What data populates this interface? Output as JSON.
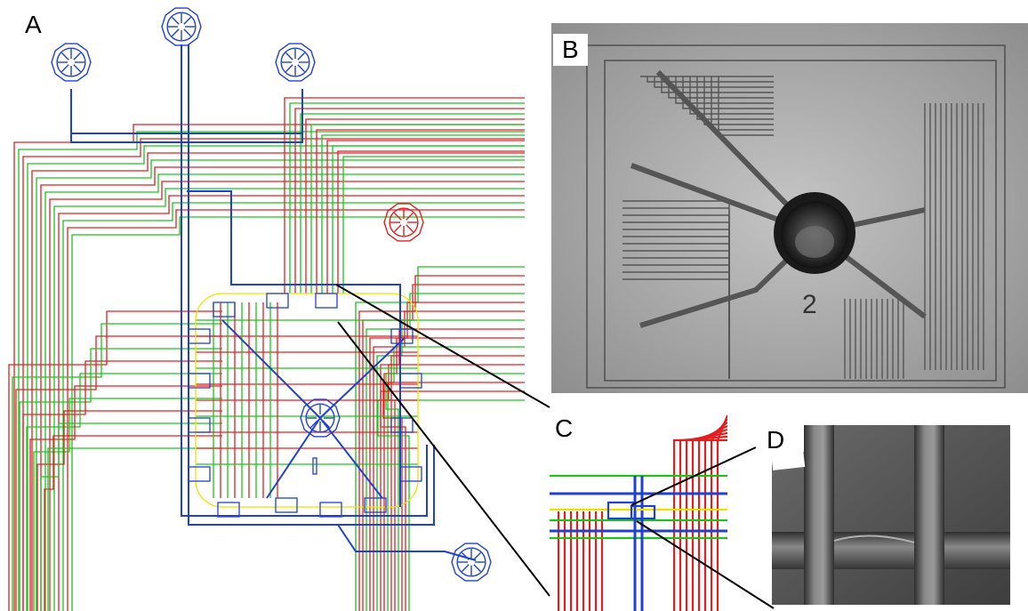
{
  "panels": [
    {
      "id": "A",
      "label": "A"
    },
    {
      "id": "B",
      "label": "B"
    },
    {
      "id": "C",
      "label": "C"
    },
    {
      "id": "D",
      "label": "D"
    }
  ],
  "layout_b": {
    "chip_mark": "2"
  },
  "colors": {
    "flow_layer": "#2040d0",
    "control_layer_red": "#e02020",
    "control_layer_green": "#20c020",
    "guide_yellow": "#f0e000",
    "micrograph_bg": "#9a9a9a",
    "sem_bg": "#5a5a5a",
    "callout_line": "#000000"
  }
}
